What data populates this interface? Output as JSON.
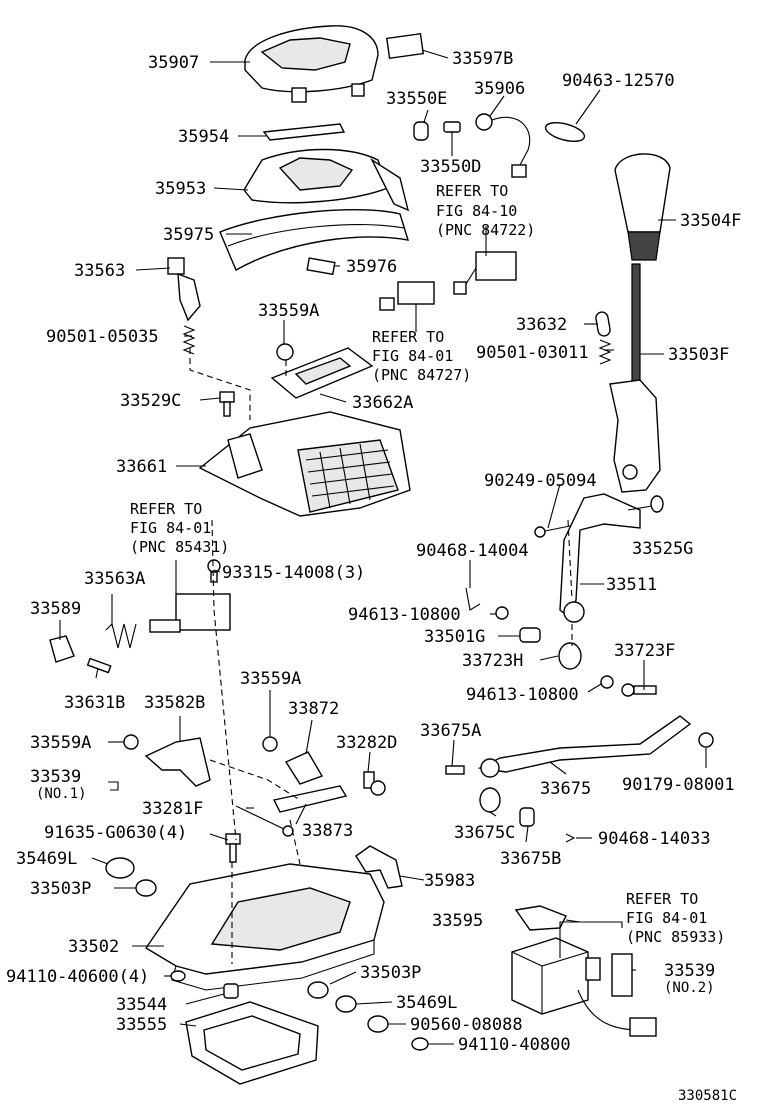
{
  "labels": {
    "p35907": "35907",
    "p33597B": "33597B",
    "p33550E": "33550E",
    "p35906": "35906",
    "p90463_12570": "90463-12570",
    "p35954": "35954",
    "p33550D": "33550D",
    "p35953": "35953",
    "p33504F": "33504F",
    "p35975": "35975",
    "p33563": "33563",
    "p35976": "35976",
    "p33559A_top": "33559A",
    "p33632": "33632",
    "p90501_05035": "90501-05035",
    "p90501_03011": "90501-03011",
    "p33503F": "33503F",
    "p33529C": "33529C",
    "p33662A": "33662A",
    "p33661": "33661",
    "p90249_05094": "90249-05094",
    "p33525G": "33525G",
    "p93315_14008": "93315-14008(3)",
    "p90468_14004": "90468-14004",
    "p33563A": "33563A",
    "p33511": "33511",
    "p33589": "33589",
    "p94613_10800_a": "94613-10800",
    "p33501G": "33501G",
    "p33723H": "33723H",
    "p33723F": "33723F",
    "p33631B": "33631B",
    "p33582B": "33582B",
    "p33559A_mid": "33559A",
    "p33872": "33872",
    "p94613_10800_b": "94613-10800",
    "p33559A_left": "33559A",
    "p33282D": "33282D",
    "p33675A": "33675A",
    "p33539_1": "33539",
    "p33539_1_note": "(NO.1)",
    "p33675": "33675",
    "p90179_08001": "90179-08001",
    "p33281F": "33281F",
    "p33873": "33873",
    "p91635_G0630": "91635-G0630(4)",
    "p33675C": "33675C",
    "p90468_14033": "90468-14033",
    "p35469L_top": "35469L",
    "p33675B": "33675B",
    "p33503P_left": "33503P",
    "p35983": "35983",
    "p33595": "33595",
    "p33502": "33502",
    "p33539_2": "33539",
    "p33539_2_note": "(NO.2)",
    "p94110_40600": "94110-40600(4)",
    "p33503P_right": "33503P",
    "p33544": "33544",
    "p35469L_bottom": "35469L",
    "p90560_08088": "90560-08088",
    "p33555": "33555",
    "p94110_40800": "94110-40800",
    "figure_code": "330581C"
  },
  "refs": {
    "r1_line1": "REFER TO",
    "r1_line2": "FIG 84-10",
    "r1_line3": "(PNC 84722)",
    "r2_line1": "REFER TO",
    "r2_line2": "FIG 84-01",
    "r2_line3": "(PNC 84727)",
    "r3_line1": "REFER TO",
    "r3_line2": "FIG 84-01",
    "r3_line3": "(PNC 85431)",
    "r4_line1": "REFER TO",
    "r4_line2": "FIG 84-01",
    "r4_line3": "(PNC 85933)"
  }
}
